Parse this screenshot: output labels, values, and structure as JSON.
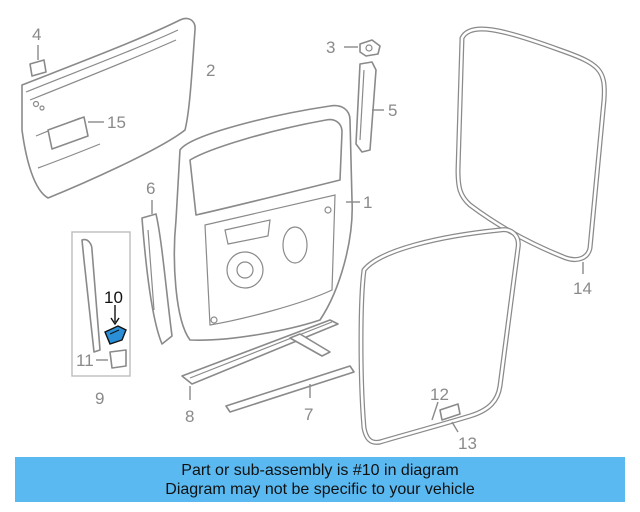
{
  "callouts": {
    "p1": "1",
    "p2": "2",
    "p3": "3",
    "p4": "4",
    "p5": "5",
    "p6": "6",
    "p7": "7",
    "p8": "8",
    "p9": "9",
    "p10": "10",
    "p11": "11",
    "p12": "12",
    "p13": "13",
    "p14": "14",
    "p15": "15"
  },
  "highlight": {
    "part": "10",
    "color": "#2a8fd6"
  },
  "banner": {
    "line1": "Part or sub-assembly is #10 in diagram",
    "line2": "Diagram may not be specific to your vehicle",
    "background": "#5ab9f1"
  }
}
